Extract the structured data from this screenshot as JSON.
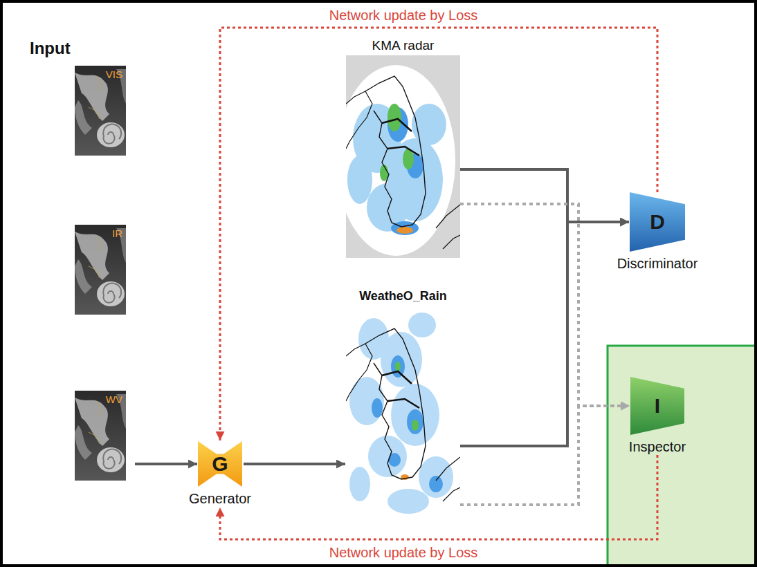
{
  "diagram": {
    "nodes": [
      {
        "text": [
          "Input"
        ]
      },
      {
        "text": [
          "VIS"
        ],
        "in": 0
      },
      {
        "text": [
          "IR"
        ],
        "in": 0
      },
      {
        "text": [
          "WV"
        ],
        "in": 0
      },
      {
        "text": [
          "G",
          "Generator"
        ]
      },
      {
        "text": [
          "KMA radar"
        ]
      },
      {
        "text": [
          "WeatheO_Rain"
        ]
      },
      {
        "text": [
          "D",
          "Discriminator"
        ]
      },
      {
        "text": [
          "I",
          "Inspector"
        ]
      }
    ],
    "edges": [
      {
        "from": 0,
        "to": 4,
        "arrow": "to"
      },
      {
        "from": 4,
        "to": 6,
        "arrow": "to"
      },
      {
        "from": 5,
        "to": 7,
        "arrow": "to"
      },
      {
        "from": 6,
        "to": 7,
        "arrow": "to"
      },
      {
        "from": 5,
        "to": 8,
        "arrow": "to"
      },
      {
        "from": 6,
        "to": 8,
        "arrow": "to"
      },
      {
        "from": 7,
        "to": 4,
        "label": "Network update by Loss",
        "arrow": "to"
      },
      {
        "from": 8,
        "to": 4,
        "label": "Network update by Loss",
        "arrow": "to"
      }
    ]
  }
}
